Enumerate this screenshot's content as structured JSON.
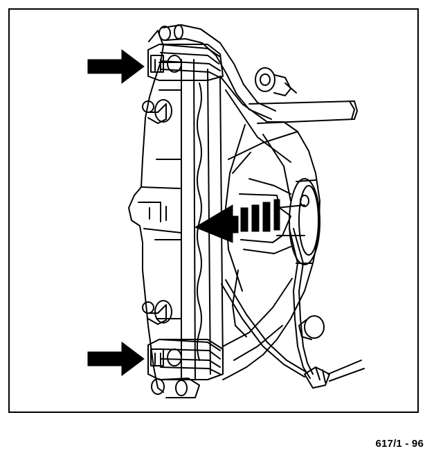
{
  "figure": {
    "caption": "617/1 - 96",
    "line_color": "#000000",
    "background_color": "#ffffff",
    "callout_arrows": [
      "upper-mounting-clip-arrow",
      "lower-mounting-clip-arrow",
      "center-pointer-arrow"
    ]
  }
}
